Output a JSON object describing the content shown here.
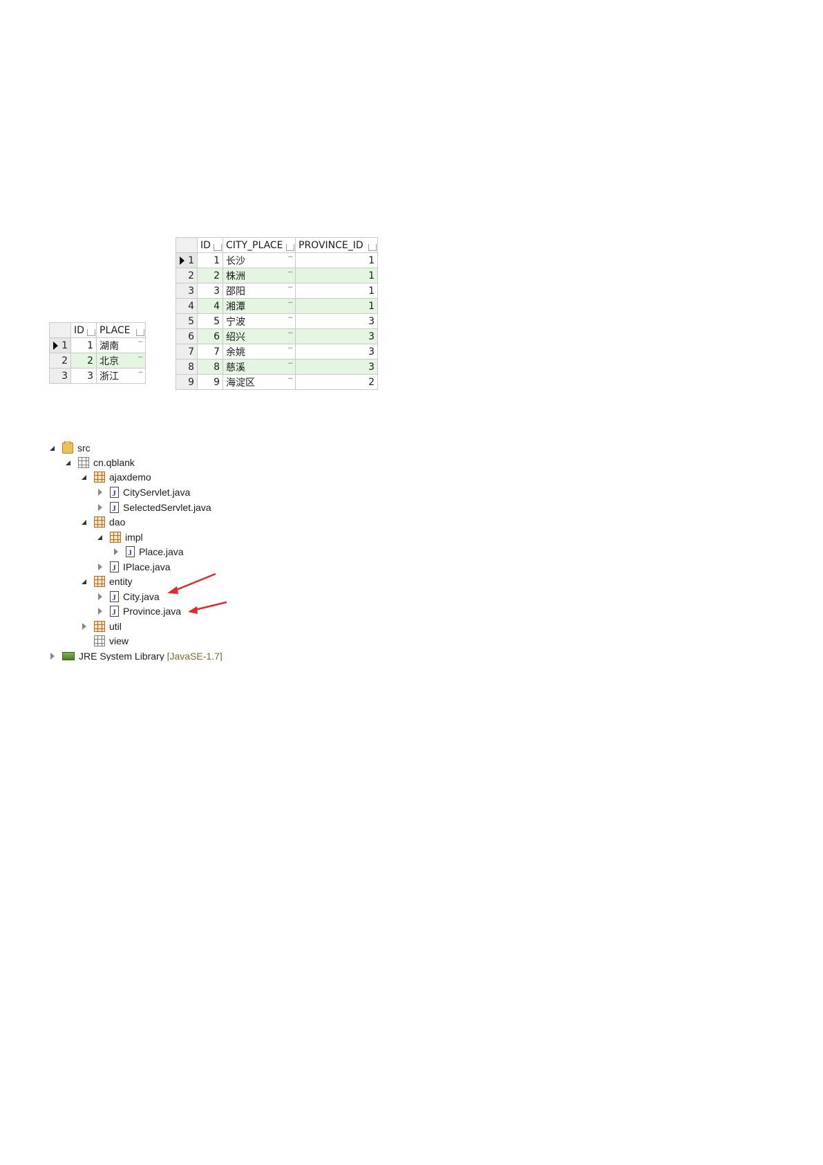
{
  "table_place": {
    "columns": [
      "ID",
      "PLACE"
    ],
    "rows": [
      {
        "row": "1",
        "id": "1",
        "place": "湖南"
      },
      {
        "row": "2",
        "id": "2",
        "place": "北京"
      },
      {
        "row": "3",
        "id": "3",
        "place": "浙江"
      }
    ]
  },
  "table_city": {
    "columns": [
      "ID",
      "CITY_PLACE",
      "PROVINCE_ID"
    ],
    "rows": [
      {
        "row": "1",
        "id": "1",
        "city": "长沙",
        "province_id": "1"
      },
      {
        "row": "2",
        "id": "2",
        "city": "株洲",
        "province_id": "1"
      },
      {
        "row": "3",
        "id": "3",
        "city": "邵阳",
        "province_id": "1"
      },
      {
        "row": "4",
        "id": "4",
        "city": "湘潭",
        "province_id": "1"
      },
      {
        "row": "5",
        "id": "5",
        "city": "宁波",
        "province_id": "3"
      },
      {
        "row": "6",
        "id": "6",
        "city": "绍兴",
        "province_id": "3"
      },
      {
        "row": "7",
        "id": "7",
        "city": "余姚",
        "province_id": "3"
      },
      {
        "row": "8",
        "id": "8",
        "city": "慈溪",
        "province_id": "3"
      },
      {
        "row": "9",
        "id": "9",
        "city": "海淀区",
        "province_id": "2"
      }
    ],
    "ellipsis": "···"
  },
  "explorer": {
    "src": "src",
    "root_package": "cn.qblank",
    "ajaxdemo": "ajaxdemo",
    "city_servlet": "CityServlet.java",
    "selected_servlet": "SelectedServlet.java",
    "dao": "dao",
    "impl": "impl",
    "place_java": "Place.java",
    "iplace_java": "IPlace.java",
    "entity": "entity",
    "city_java": "City.java",
    "province_java": "Province.java",
    "util": "util",
    "view": "view",
    "jre_label": "JRE System Library",
    "jre_version": "[JavaSE-1.7]"
  },
  "colors": {
    "alt_row": "#e4f6e2",
    "arrow": "#e8262a"
  }
}
